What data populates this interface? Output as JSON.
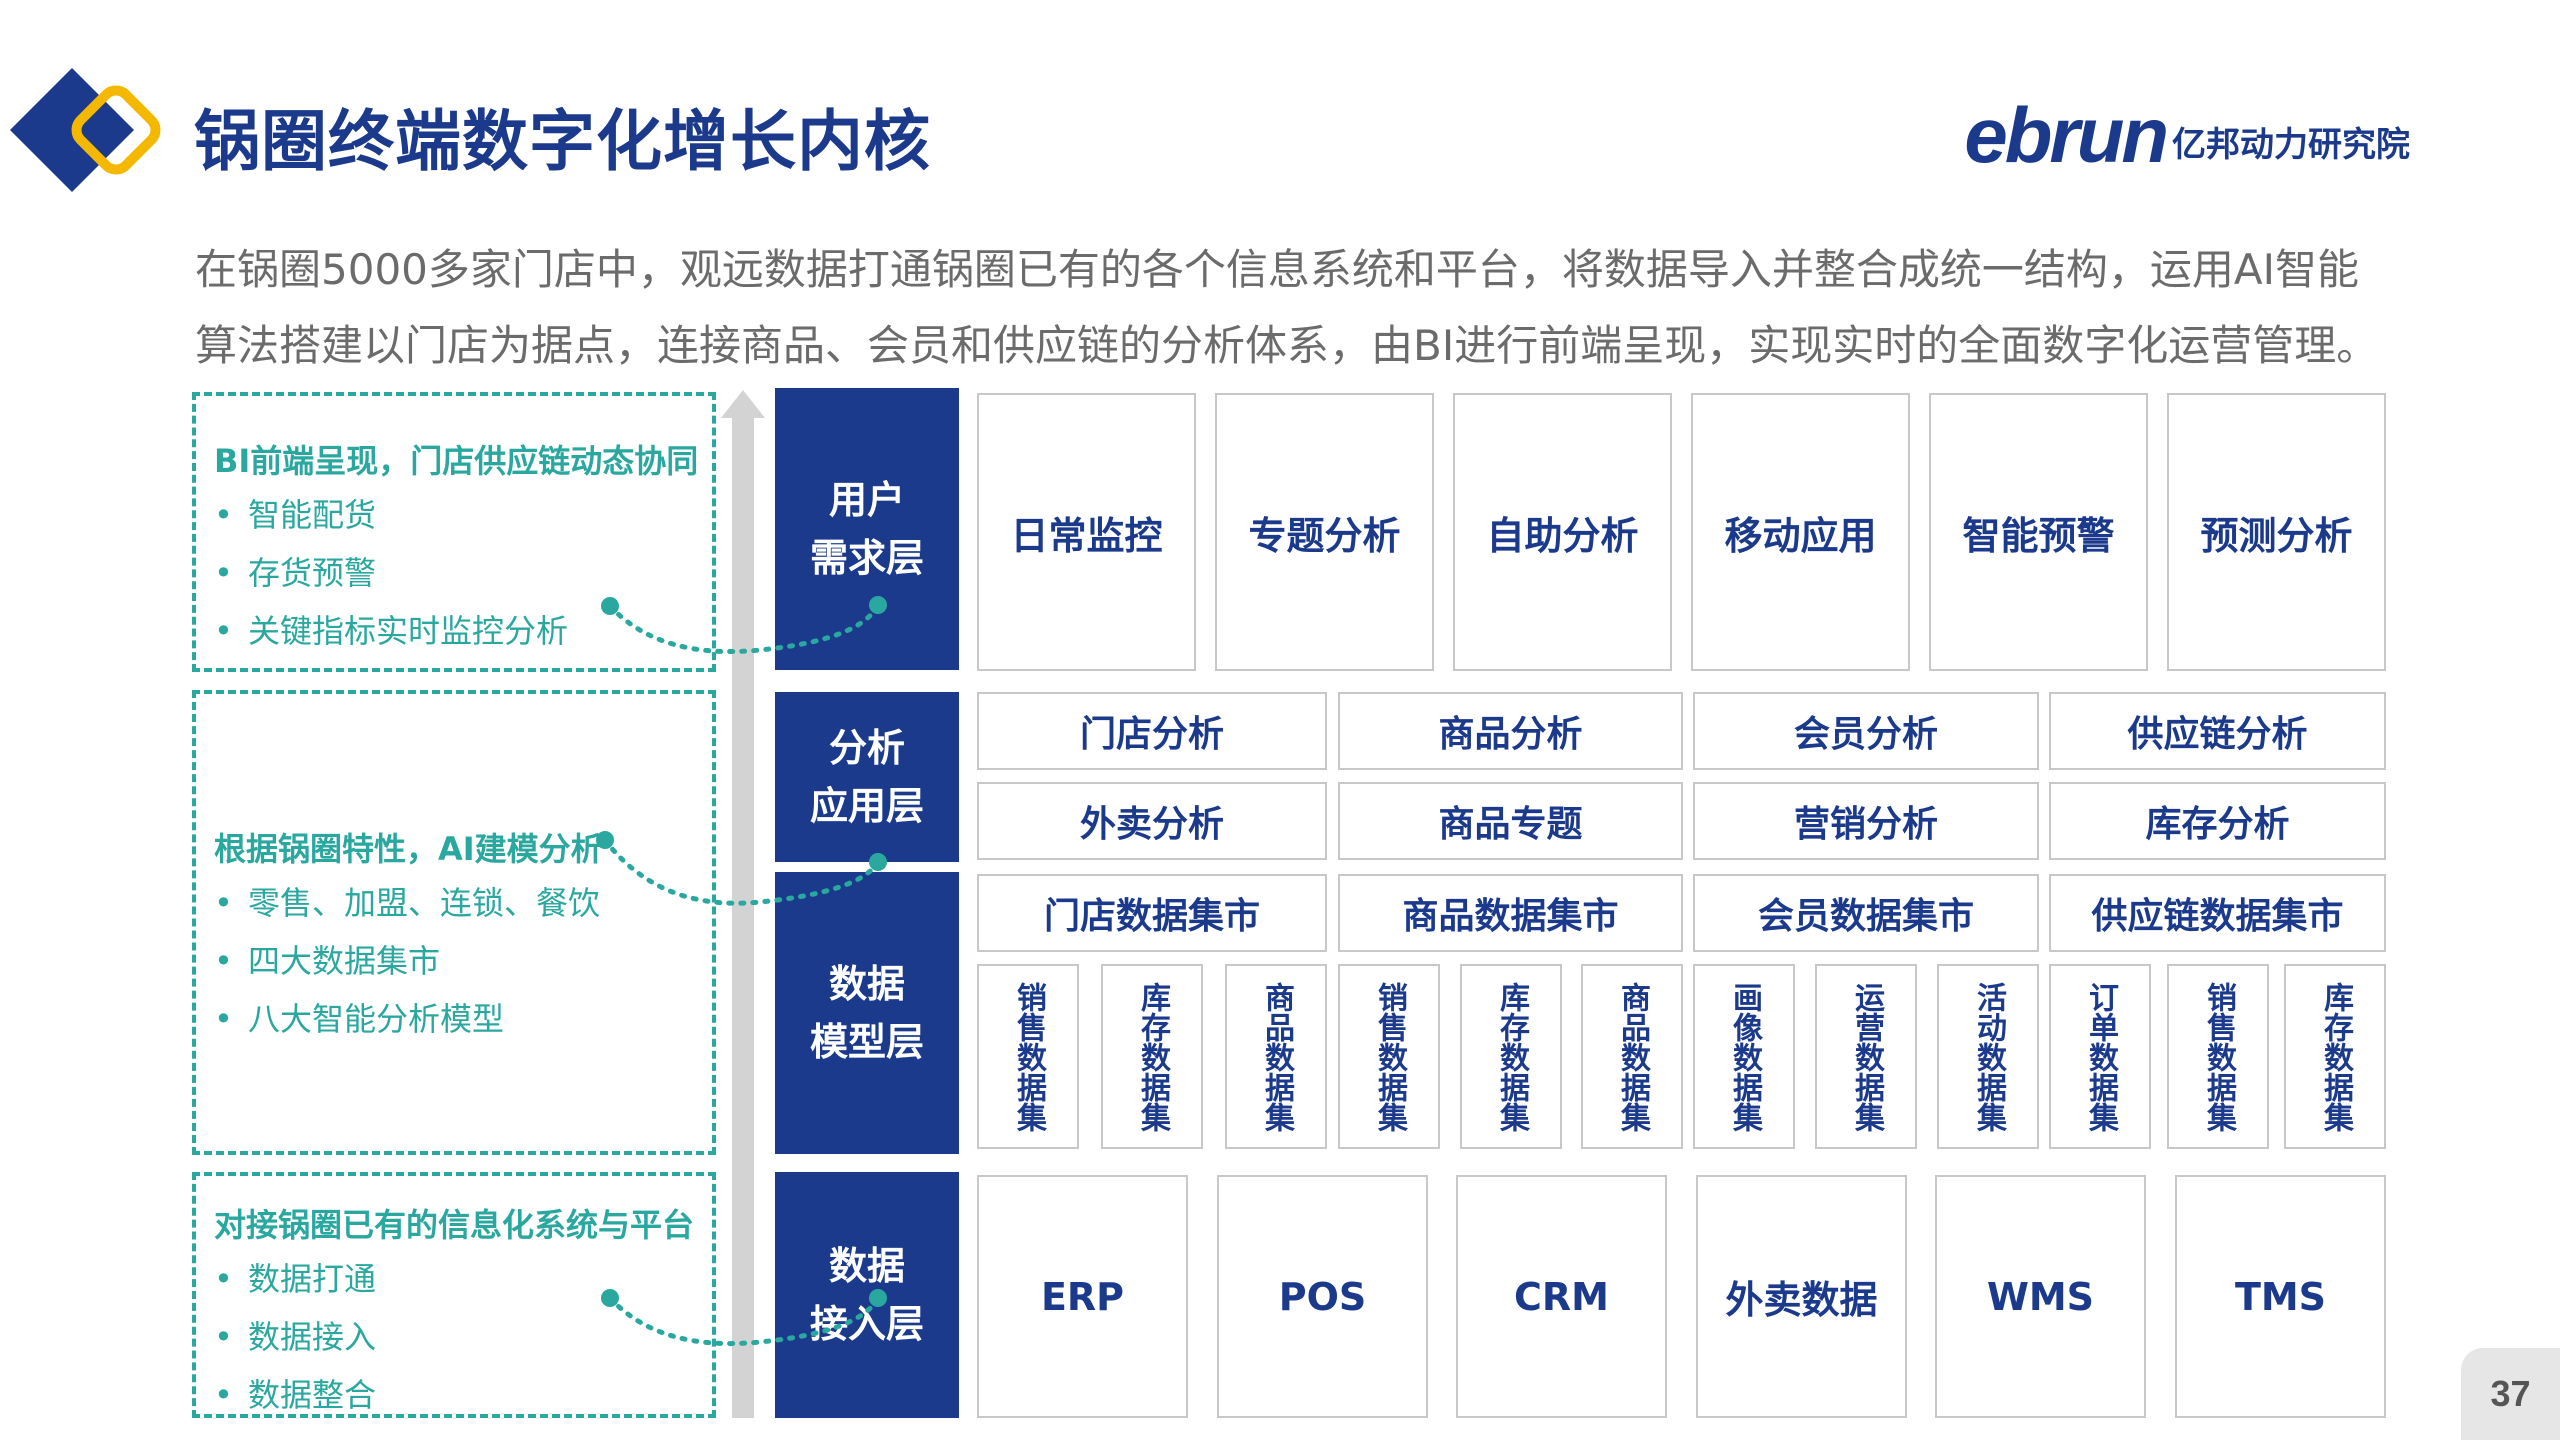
{
  "header": {
    "title": "锅圈终端数字化增长内核",
    "brand_en": "ebrun",
    "brand_cn": "亿邦动力研究院"
  },
  "intro": {
    "line1": "在锅圈5000多家门店中，观远数据打通锅圈已有的各个信息系统和平台，将数据导入并整合成统一结构，运用AI智能",
    "line2": "算法搭建以门店为据点，连接商品、会员和供应链的分析体系，由BI进行前端呈现，实现实时的全面数字化运营管理。"
  },
  "notes": [
    {
      "title": "BI前端呈现，门店供应链动态协同",
      "items": [
        "智能配货",
        "存货预警",
        "关键指标实时监控分析"
      ]
    },
    {
      "title": "根据锅圈特性，AI建模分析",
      "items": [
        "零售、加盟、连锁、餐饮",
        "四大数据集市",
        "八大智能分析模型"
      ]
    },
    {
      "title": "对接锅圈已有的信息化系统与平台",
      "items": [
        "数据打通",
        "数据接入",
        "数据整合"
      ]
    }
  ],
  "layers": {
    "user": {
      "line1": "用户",
      "line2": "需求层"
    },
    "analysis": {
      "line1": "分析",
      "line2": "应用层"
    },
    "model": {
      "line1": "数据",
      "line2": "模型层"
    },
    "access": {
      "line1": "数据",
      "line2": "接入层"
    }
  },
  "user_items": [
    "日常监控",
    "专题分析",
    "自助分析",
    "移动应用",
    "智能预警",
    "预测分析"
  ],
  "analysis_row1": [
    "门店分析",
    "商品分析",
    "会员分析",
    "供应链分析"
  ],
  "analysis_row2": [
    "外卖分析",
    "商品专题",
    "营销分析",
    "库存分析"
  ],
  "marts": [
    "门店数据集市",
    "商品数据集市",
    "会员数据集市",
    "供应链数据集市"
  ],
  "datasets": [
    "销售数据集",
    "库存数据集",
    "商品数据集",
    "销售数据集",
    "库存数据集",
    "商品数据集",
    "画像数据集",
    "运营数据集",
    "活动数据集",
    "订单数据集",
    "销售数据集",
    "库存数据集"
  ],
  "systems": [
    "ERP",
    "POS",
    "CRM",
    "外卖数据",
    "WMS",
    "TMS"
  ],
  "page_number": "37",
  "colors": {
    "navy": "#1b3a8c",
    "teal": "#2aa8a0",
    "gold": "#f5b800",
    "gray": "#d3d3d3"
  }
}
